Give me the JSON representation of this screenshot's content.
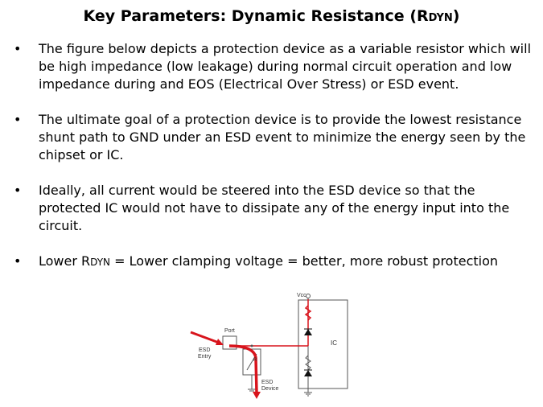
{
  "title": {
    "main": "Key Parameters: Dynamic Resistance (R",
    "sub": "DYN",
    "close": ")"
  },
  "bullets": [
    {
      "text": "The figure below depicts a protection device as a variable resistor which will be high impedance (low leakage) during normal circuit operation and low impedance during and EOS (Electrical Over Stress) or ESD event."
    },
    {
      "text": "The ultimate goal of a protection device is to provide the lowest resistance shunt path to GND under an ESD event to minimize the energy seen by the chipset or IC."
    },
    {
      "text": "Ideally, all current would be steered into the ESD device so that the protected IC would not have to dissipate any of the energy input into the circuit."
    },
    {
      "pre": "Lower R",
      "sub": "DYN",
      "post": " = Lower clamping voltage = better, more robust protection"
    }
  ],
  "bullet_symbol": "•",
  "diagram": {
    "vcc": "Vcc",
    "port": "Port",
    "ic": "IC",
    "esd_entry_1": "ESD",
    "esd_entry_2": "Entry",
    "esd_device_1": "ESD",
    "esd_device_2": "Device",
    "r": "R"
  },
  "colors": {
    "red": "#d8141c"
  }
}
